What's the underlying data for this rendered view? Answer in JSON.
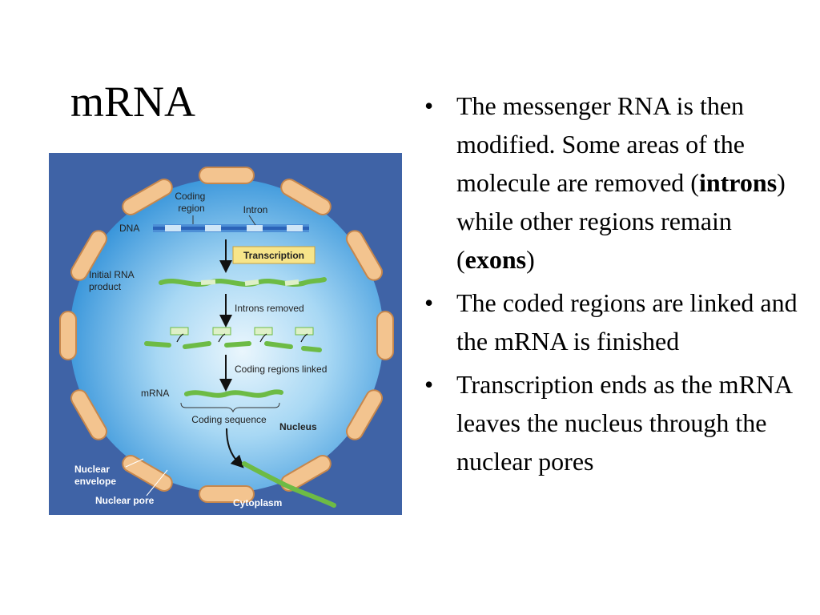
{
  "slide": {
    "title": "mRNA"
  },
  "figure": {
    "labels": {
      "coding_region": [
        "Coding",
        "region"
      ],
      "intron": "Intron",
      "dna": "DNA",
      "transcription": "Transcription",
      "initial_rna": [
        "Initial RNA",
        "product"
      ],
      "introns_removed": "Introns removed",
      "coding_regions_linked": "Coding regions linked",
      "mrna": "mRNA",
      "coding_sequence": "Coding sequence",
      "nucleus": "Nucleus",
      "nuclear_envelope": [
        "Nuclear",
        "envelope"
      ],
      "nuclear_pore": "Nuclear pore",
      "cytoplasm": "Cytoplasm"
    },
    "colors": {
      "cytoplasm_bg": "#3f63a6",
      "nucleus_center": "#eaf6fd",
      "nucleus_edge": "#2e8fd8",
      "envelope": "#f3c48f",
      "envelope_stroke": "#c7874c",
      "rna_green": "#6dbb45",
      "intron_pale": "#dff0c8",
      "transcription_box": "#f7e58a"
    }
  },
  "bullets": [
    {
      "marker": "•",
      "parts": [
        {
          "text": "The messenger RNA is then modified. Some areas of the molecule are removed (",
          "bold": false
        },
        {
          "text": "introns",
          "bold": true
        },
        {
          "text": ") while other regions remain (",
          "bold": false
        },
        {
          "text": "exons",
          "bold": true
        },
        {
          "text": ")",
          "bold": false
        }
      ]
    },
    {
      "marker": "•",
      "parts": [
        {
          "text": "The coded regions are linked and the mRNA is finished",
          "bold": false
        }
      ]
    },
    {
      "marker": "•",
      "parts": [
        {
          "text": "Transcription ends as the mRNA leaves the nucleus through the nuclear pores",
          "bold": false
        }
      ]
    }
  ]
}
